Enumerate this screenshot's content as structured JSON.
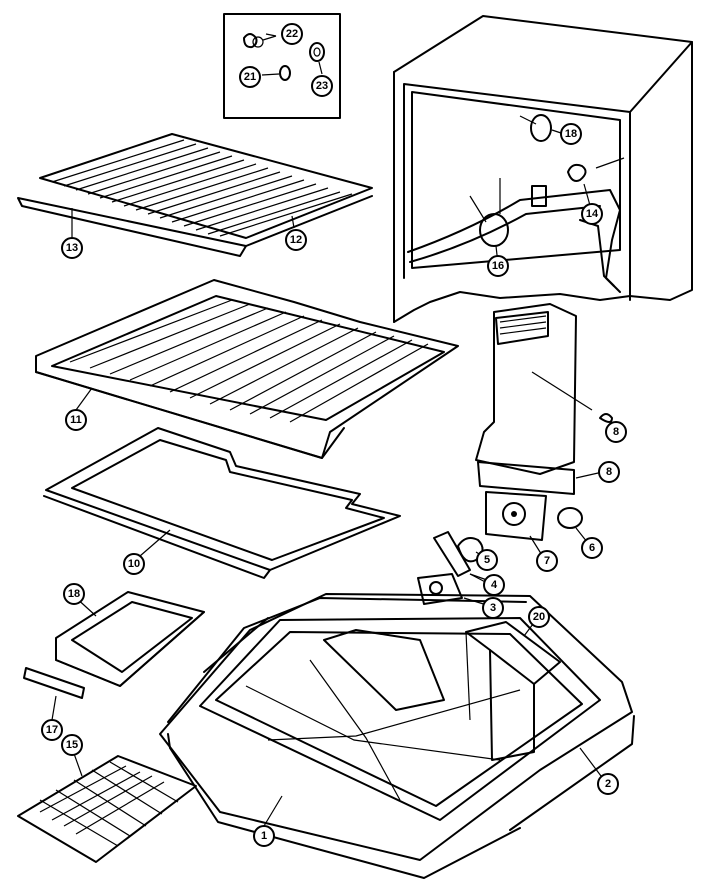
{
  "callouts": {
    "c1": "1",
    "c2": "2",
    "c3": "3",
    "c4": "4",
    "c5": "5",
    "c6": "6",
    "c7": "7",
    "c8a": "8",
    "c8b": "8",
    "c10": "10",
    "c11": "11",
    "c12": "12",
    "c13": "13",
    "c14": "14",
    "c15": "15",
    "c16": "16",
    "c17": "17",
    "c18a": "18",
    "c18b": "18",
    "c20": "20",
    "c21": "21",
    "c22": "22",
    "c23": "23"
  }
}
